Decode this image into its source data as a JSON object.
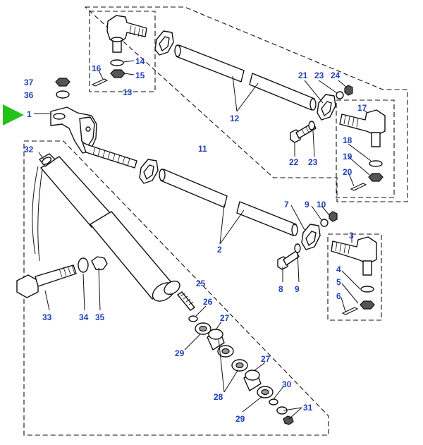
{
  "diagram": {
    "pointer_color": "#22c21a",
    "callout_color": "#1f3fb8",
    "callouts": [
      {
        "id": "c1",
        "text": "1"
      },
      {
        "id": "c2",
        "text": "2"
      },
      {
        "id": "c3",
        "text": "3"
      },
      {
        "id": "c4",
        "text": "4"
      },
      {
        "id": "c5",
        "text": "5"
      },
      {
        "id": "c6",
        "text": "6"
      },
      {
        "id": "c7",
        "text": "7"
      },
      {
        "id": "c8",
        "text": "8"
      },
      {
        "id": "c9a",
        "text": "9"
      },
      {
        "id": "c9b",
        "text": "9"
      },
      {
        "id": "c10",
        "text": "10"
      },
      {
        "id": "c11",
        "text": "11"
      },
      {
        "id": "c12",
        "text": "12"
      },
      {
        "id": "c13",
        "text": "13"
      },
      {
        "id": "c14",
        "text": "14"
      },
      {
        "id": "c15",
        "text": "15"
      },
      {
        "id": "c16",
        "text": "16"
      },
      {
        "id": "c17",
        "text": "17"
      },
      {
        "id": "c18",
        "text": "18"
      },
      {
        "id": "c19",
        "text": "19"
      },
      {
        "id": "c20",
        "text": "20"
      },
      {
        "id": "c21",
        "text": "21"
      },
      {
        "id": "c22",
        "text": "22"
      },
      {
        "id": "c23a",
        "text": "23"
      },
      {
        "id": "c23b",
        "text": "23"
      },
      {
        "id": "c24",
        "text": "24"
      },
      {
        "id": "c25",
        "text": "25"
      },
      {
        "id": "c26",
        "text": "26"
      },
      {
        "id": "c27a",
        "text": "27"
      },
      {
        "id": "c27b",
        "text": "27"
      },
      {
        "id": "c28",
        "text": "28"
      },
      {
        "id": "c29a",
        "text": "29"
      },
      {
        "id": "c29b",
        "text": "29"
      },
      {
        "id": "c30",
        "text": "30"
      },
      {
        "id": "c31",
        "text": "31"
      },
      {
        "id": "c32",
        "text": "32"
      },
      {
        "id": "c33",
        "text": "33"
      },
      {
        "id": "c34",
        "text": "34"
      },
      {
        "id": "c35",
        "text": "35"
      },
      {
        "id": "c36",
        "text": "36"
      },
      {
        "id": "c37",
        "text": "37"
      }
    ]
  }
}
